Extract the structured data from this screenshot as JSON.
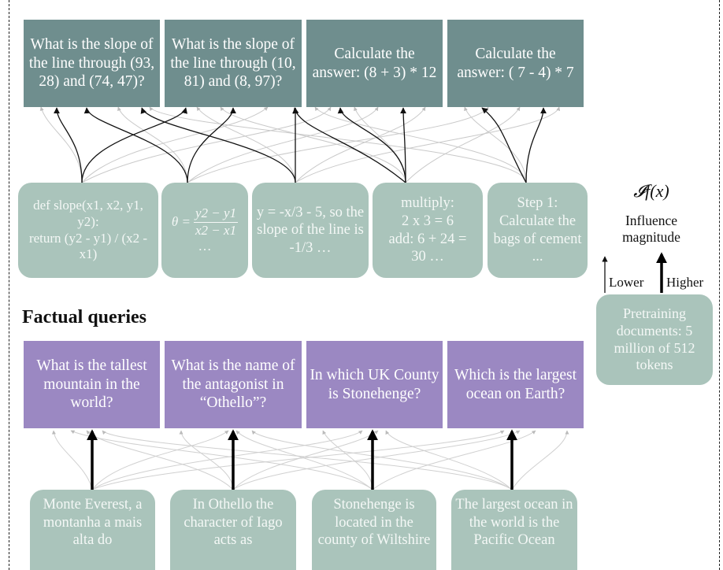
{
  "reasoning_queries": [
    {
      "text": "What is the slope of the line through (93, 28) and (74, 47)?"
    },
    {
      "text": "What is the slope of the line through (10, 81) and (8, 97)?"
    },
    {
      "text": "Calculate the answer: (8 + 3) * 12"
    },
    {
      "text": "Calculate the answer: ( 7 - 4) * 7"
    }
  ],
  "reasoning_docs": [
    {
      "text": "def slope(x1, x2, y1, y2):\n  return (y2 - y1) / (x2 - x1)"
    },
    {
      "prefix": "θ =",
      "numerator": "y2 − y1",
      "denominator": "x2 − x1",
      "suffix": "…"
    },
    {
      "text": "y = -x/3 - 5, so the slope of the line is -1/3 …"
    },
    {
      "text": "multiply:\n2 x 3 = 6\nadd: 6 + 24 =\n30 …"
    },
    {
      "text": "Step 1: Calculate the bags of cement ..."
    }
  ],
  "factual_heading": "Factual queries",
  "factual_queries": [
    {
      "text": "What is the tallest mountain in the world?"
    },
    {
      "text": "What is the name of the antagonist in “Othello”?"
    },
    {
      "text": "In which UK County is Stonehenge?"
    },
    {
      "text": "Which is the largest ocean on Earth?"
    }
  ],
  "factual_docs": [
    {
      "text": "Monte Everest, a montanha a mais alta do"
    },
    {
      "text": "In Othello the character of Iago acts as"
    },
    {
      "text": "Stonehenge is located in the county of Wiltshire"
    },
    {
      "text": "The largest ocean in the world is the Pacific Ocean"
    }
  ],
  "legend": {
    "formula": "𝓘f(x)",
    "magnitude_label": "Influence magnitude",
    "lower": "Lower",
    "higher": "Higher",
    "pretraining_box": "Pretraining documents: 5 million of 512 tokens"
  },
  "colors": {
    "reasoning_query": "#6f8e8e",
    "factual_query": "#9b88c2",
    "document": "#aac4bb"
  }
}
